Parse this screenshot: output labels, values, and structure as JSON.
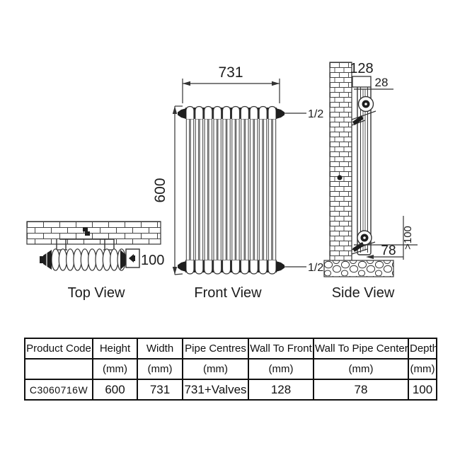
{
  "labels": {
    "top": "Top View",
    "front": "Front View",
    "side": "Side View"
  },
  "front": {
    "width": "731",
    "height": "600",
    "conn_top": "1/2",
    "conn_bottom": "1/2"
  },
  "side": {
    "wall_to_front": "128",
    "wall_gap": "28",
    "wall_to_pipe": "78",
    "floor_clearance": ">100"
  },
  "top": {
    "depth": "100"
  },
  "table": {
    "headers": [
      "Product Code",
      "Height",
      "Width",
      "Pipe Centres",
      "Wall To Front",
      "Wall To Pipe Center",
      "Depth"
    ],
    "units": [
      "",
      "(mm)",
      "(mm)",
      "(mm)",
      "(mm)",
      "(mm)",
      "(mm)"
    ],
    "row": [
      "C3060716W",
      "600",
      "731",
      "731+Valves",
      "128",
      "78",
      "100"
    ]
  },
  "colors": {
    "line": "#333333",
    "dark": "#1e1e1e",
    "background": "#ffffff"
  }
}
